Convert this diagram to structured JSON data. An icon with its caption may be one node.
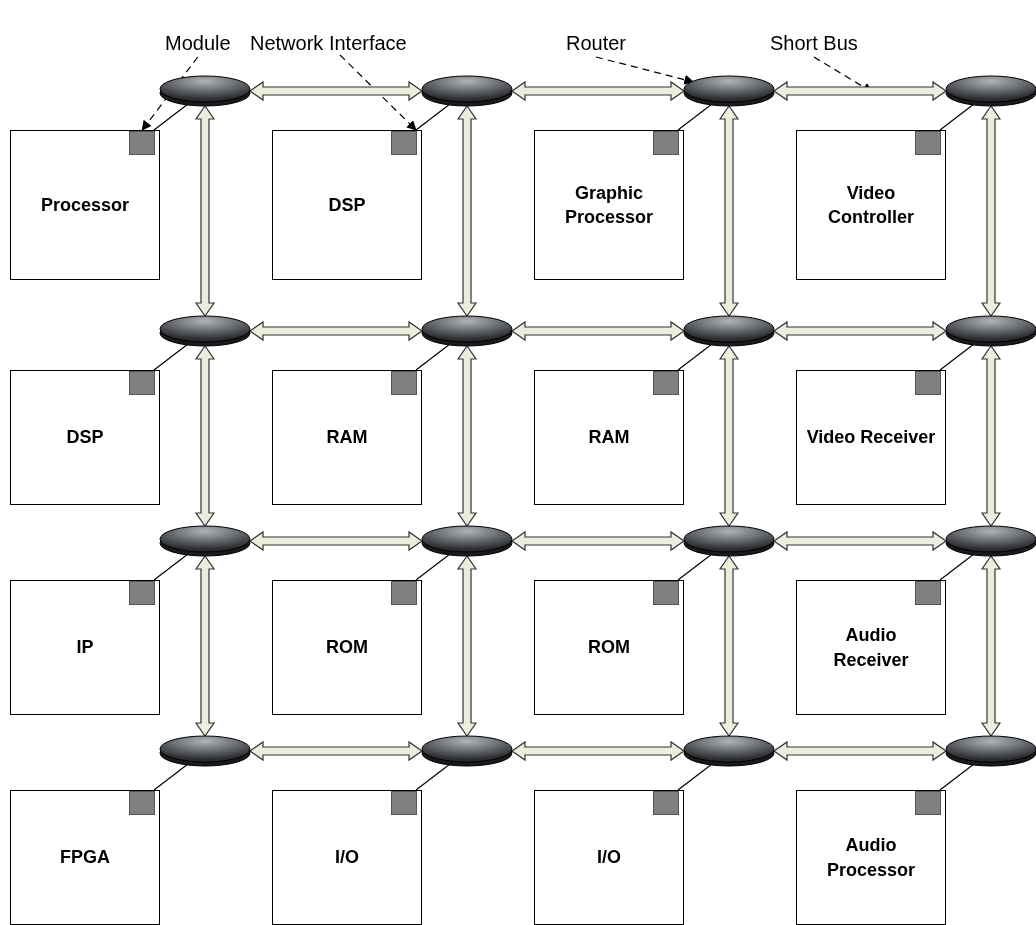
{
  "diagram": {
    "nodes": [
      {
        "text": [
          "Module"
        ]
      },
      {
        "text": [
          "Network Interface"
        ]
      },
      {
        "text": [
          "Router"
        ]
      },
      {
        "text": [
          "Short Bus"
        ]
      },
      {
        "text": [],
        "shape": "ellipse"
      },
      {
        "text": [],
        "shape": "ellipse"
      },
      {
        "text": [],
        "shape": "ellipse"
      },
      {
        "text": [],
        "shape": "ellipse"
      },
      {
        "text": [
          "Processor"
        ]
      },
      {
        "text": [],
        "shape": "box",
        "in": 8
      },
      {
        "text": [
          "DSP"
        ]
      },
      {
        "text": [],
        "shape": "box",
        "in": 10
      },
      {
        "text": [
          "Graphic Processor"
        ]
      },
      {
        "text": [],
        "shape": "box",
        "in": 12
      },
      {
        "text": [
          "Video Controller"
        ]
      },
      {
        "text": [],
        "shape": "box",
        "in": 14
      },
      {
        "text": [],
        "shape": "ellipse"
      },
      {
        "text": [],
        "shape": "ellipse"
      },
      {
        "text": [],
        "shape": "ellipse"
      },
      {
        "text": [],
        "shape": "ellipse"
      },
      {
        "text": [
          "DSP"
        ]
      },
      {
        "text": [],
        "shape": "box",
        "in": 20
      },
      {
        "text": [
          "RAM"
        ]
      },
      {
        "text": [],
        "shape": "box",
        "in": 22
      },
      {
        "text": [
          "RAM"
        ]
      },
      {
        "text": [],
        "shape": "box",
        "in": 24
      },
      {
        "text": [
          "Video Receiver"
        ]
      },
      {
        "text": [],
        "shape": "box",
        "in": 26
      },
      {
        "text": [],
        "shape": "ellipse"
      },
      {
        "text": [],
        "shape": "ellipse"
      },
      {
        "text": [],
        "shape": "ellipse"
      },
      {
        "text": [],
        "shape": "ellipse"
      },
      {
        "text": [
          "IP"
        ]
      },
      {
        "text": [],
        "shape": "box",
        "in": 32
      },
      {
        "text": [
          "ROM"
        ]
      },
      {
        "text": [],
        "shape": "box",
        "in": 34
      },
      {
        "text": [
          "ROM"
        ]
      },
      {
        "text": [],
        "shape": "box",
        "in": 36
      },
      {
        "text": [
          "Audio Receiver"
        ]
      },
      {
        "text": [],
        "shape": "box",
        "in": 38
      },
      {
        "text": [],
        "shape": "ellipse"
      },
      {
        "text": [],
        "shape": "ellipse"
      },
      {
        "text": [],
        "shape": "ellipse"
      },
      {
        "text": [],
        "shape": "ellipse"
      },
      {
        "text": [
          "FPGA"
        ]
      },
      {
        "text": [],
        "shape": "box",
        "in": 44
      },
      {
        "text": [
          "I/O"
        ]
      },
      {
        "text": [],
        "shape": "box",
        "in": 46
      },
      {
        "text": [
          "I/O"
        ]
      },
      {
        "text": [],
        "shape": "box",
        "in": 48
      },
      {
        "text": [
          "Audio Processor"
        ]
      },
      {
        "text": [],
        "shape": "box",
        "in": 50
      }
    ],
    "edges": [
      {
        "from": 0,
        "to": 8,
        "arrow": "to",
        "style": "dashed"
      },
      {
        "from": 1,
        "to": 11,
        "arrow": "to",
        "style": "dashed"
      },
      {
        "from": 2,
        "to": 6,
        "arrow": "to",
        "style": "dashed"
      },
      {
        "from": 3,
        "to": null,
        "arrow": "to",
        "style": "dashed"
      },
      {
        "from": 4,
        "to": 5,
        "arrow": "both"
      },
      {
        "from": 5,
        "to": 6,
        "arrow": "both"
      },
      {
        "from": 6,
        "to": 7,
        "arrow": "both"
      },
      {
        "from": 16,
        "to": 17,
        "arrow": "both"
      },
      {
        "from": 17,
        "to": 18,
        "arrow": "both"
      },
      {
        "from": 18,
        "to": 19,
        "arrow": "both"
      },
      {
        "from": 28,
        "to": 29,
        "arrow": "both"
      },
      {
        "from": 29,
        "to": 30,
        "arrow": "both"
      },
      {
        "from": 30,
        "to": 31,
        "arrow": "both"
      },
      {
        "from": 40,
        "to": 41,
        "arrow": "both"
      },
      {
        "from": 41,
        "to": 42,
        "arrow": "both"
      },
      {
        "from": 42,
        "to": 43,
        "arrow": "both"
      },
      {
        "from": 4,
        "to": 16,
        "arrow": "both"
      },
      {
        "from": 5,
        "to": 17,
        "arrow": "both"
      },
      {
        "from": 6,
        "to": 18,
        "arrow": "both"
      },
      {
        "from": 7,
        "to": 19,
        "arrow": "both"
      },
      {
        "from": 16,
        "to": 28,
        "arrow": "both"
      },
      {
        "from": 17,
        "to": 29,
        "arrow": "both"
      },
      {
        "from": 18,
        "to": 30,
        "arrow": "both"
      },
      {
        "from": 19,
        "to": 31,
        "arrow": "both"
      },
      {
        "from": 28,
        "to": 40,
        "arrow": "both"
      },
      {
        "from": 29,
        "to": 41,
        "arrow": "both"
      },
      {
        "from": 30,
        "to": 42,
        "arrow": "both"
      },
      {
        "from": 31,
        "to": 43,
        "arrow": "both"
      },
      {
        "from": 4,
        "to": 9,
        "arrow": "none"
      },
      {
        "from": 5,
        "to": 11,
        "arrow": "none"
      },
      {
        "from": 6,
        "to": 13,
        "arrow": "none"
      },
      {
        "from": 7,
        "to": 15,
        "arrow": "none"
      },
      {
        "from": 16,
        "to": 21,
        "arrow": "none"
      },
      {
        "from": 17,
        "to": 23,
        "arrow": "none"
      },
      {
        "from": 18,
        "to": 25,
        "arrow": "none"
      },
      {
        "from": 19,
        "to": 27,
        "arrow": "none"
      },
      {
        "from": 28,
        "to": 33,
        "arrow": "none"
      },
      {
        "from": 29,
        "to": 35,
        "arrow": "none"
      },
      {
        "from": 30,
        "to": 37,
        "arrow": "none"
      },
      {
        "from": 31,
        "to": 39,
        "arrow": "none"
      },
      {
        "from": 40,
        "to": 45,
        "arrow": "none"
      },
      {
        "from": 41,
        "to": 47,
        "arrow": "none"
      },
      {
        "from": 42,
        "to": 49,
        "arrow": "none"
      },
      {
        "from": 43,
        "to": 51,
        "arrow": "none"
      }
    ]
  }
}
